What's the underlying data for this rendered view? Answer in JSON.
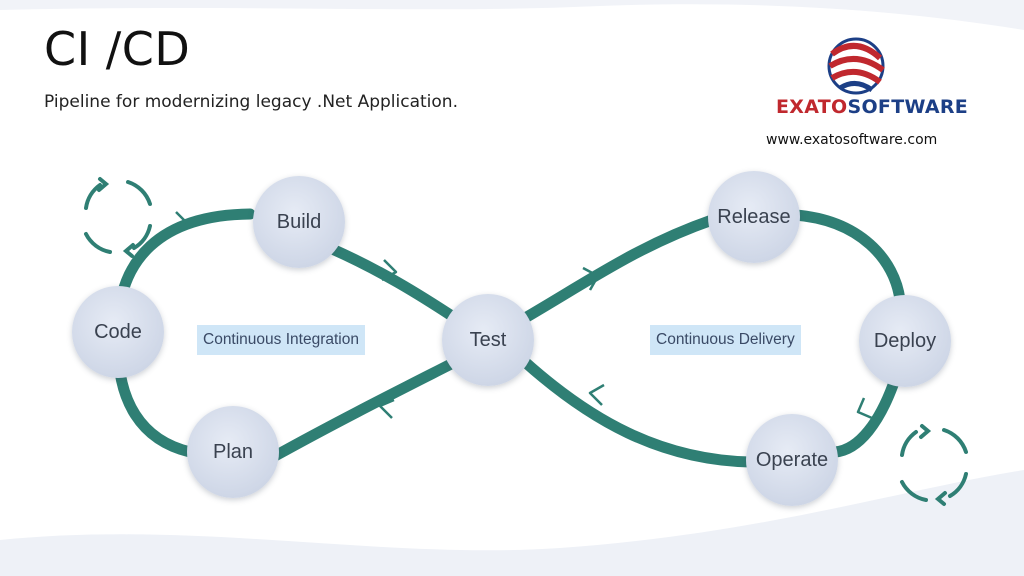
{
  "header": {
    "title": "CI /CD",
    "subtitle": "Pipeline for modernizing legacy .Net Application."
  },
  "brand": {
    "name_part1": "EXATO",
    "name_part2": "SOFTWARE",
    "website": "www.exatosoftware.com",
    "color_red": "#c0282e",
    "color_blue": "#1c3f86"
  },
  "diagram": {
    "loop_color": "#2f7f74",
    "nodes": {
      "code": "Code",
      "build": "Build",
      "plan": "Plan",
      "test": "Test",
      "release": "Release",
      "deploy": "Deploy",
      "operate": "Operate"
    },
    "labels": {
      "ci": "Continuous Integration",
      "cd": "Continuous Delivery"
    },
    "cycle_icon_color": "#2f7f74"
  }
}
